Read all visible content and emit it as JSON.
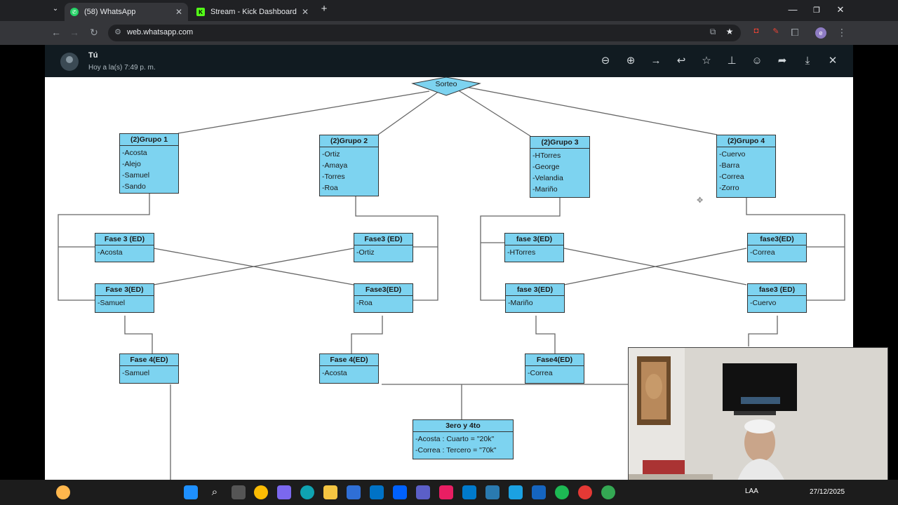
{
  "browser": {
    "tabs": [
      {
        "label": "(58) WhatsApp",
        "active": true
      },
      {
        "label": "Stream - Kick Dashboard",
        "active": false
      }
    ],
    "new_tab": "+",
    "url": "web.whatsapp.com",
    "window_controls": [
      "minimize",
      "restore",
      "close"
    ]
  },
  "viewer": {
    "sender": "Tú",
    "timestamp": "Hoy a la(s) 7:49 p. m.",
    "actions": [
      "zoom-out-icon",
      "zoom-in-icon",
      "forward-icon",
      "reply-icon",
      "star-icon",
      "pin-icon",
      "emoji-icon",
      "share-icon",
      "download-icon",
      "close-icon"
    ]
  },
  "diagram": {
    "root": "Sorteo",
    "groups": [
      {
        "title": "(2)Grupo 1",
        "members": [
          "-Acosta",
          "-Alejo",
          "-Samuel",
          "-Sando"
        ]
      },
      {
        "title": "(2)Grupo 2",
        "members": [
          "-Ortiz",
          "-Amaya",
          "-Torres",
          "-Roa"
        ]
      },
      {
        "title": "(2)Grupo 3",
        "members": [
          "-HTorres",
          "-George",
          "-Velandia",
          "-Mariño"
        ]
      },
      {
        "title": "(2)Grupo 4",
        "members": [
          "-Cuervo",
          "-Barra",
          "-Correa",
          "-Zorro"
        ]
      }
    ],
    "phase3": [
      {
        "title": "Fase 3 (ED)",
        "item": "-Acosta"
      },
      {
        "title": "Fase3 (ED)",
        "item": "-Ortiz"
      },
      {
        "title": "Fase 3(ED)",
        "item": "-Samuel"
      },
      {
        "title": "Fase3(ED)",
        "item": "-Roa"
      },
      {
        "title": "fase 3(ED)",
        "item": "-HTorres"
      },
      {
        "title": "fase3(ED)",
        "item": "-Correa"
      },
      {
        "title": "fase 3(ED)",
        "item": "-Mariño"
      },
      {
        "title": "fase3 (ED)",
        "item": "-Cuervo"
      }
    ],
    "phase4": [
      {
        "title": "Fase 4(ED)",
        "item": "-Samuel"
      },
      {
        "title": "Fase 4(ED)",
        "item": "-Acosta"
      },
      {
        "title": "Fase4(ED)",
        "item": "-Correa"
      }
    ],
    "third_fourth": {
      "title": "3ero y 4to",
      "lines": [
        "-Acosta : Cuarto = \"20k\"",
        "-Correa : Tercero = \"70k\""
      ]
    }
  },
  "taskbar": {
    "language": "LAA",
    "date": "27/12/2025"
  },
  "colors": {
    "box_fill": "#7dd3f0",
    "viewer_header": "#111b21",
    "tab_bg": "#202124"
  }
}
